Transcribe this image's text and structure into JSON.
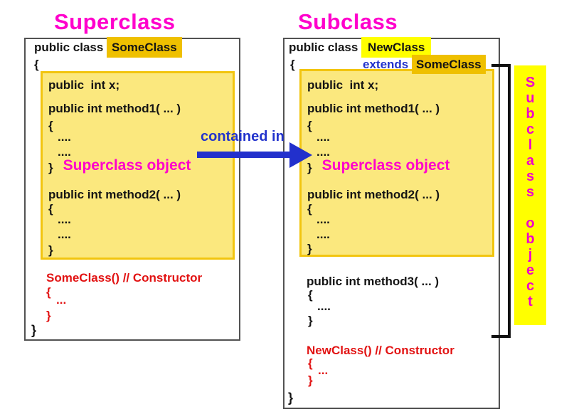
{
  "titles": {
    "left": "Superclass",
    "right": "Subclass"
  },
  "arrow": {
    "label": "contained in"
  },
  "colors": {
    "magenta": "#ff00cc",
    "red": "#e21313",
    "blue": "#2233cc",
    "gold_highlight": "#efc000",
    "inner_box_fill": "#fbe87e",
    "inner_box_border": "#f2c50f",
    "yellow_highlight": "#ffff00"
  },
  "left_panel": {
    "declaration_prefix": "public class ",
    "declaration_name": "SomeClass",
    "open_brace": "{",
    "inner": {
      "field": "public  int x;",
      "method1": "public int method1( ... )",
      "brace_open1": "{",
      "dots1": "....",
      "dots2": "....",
      "object_brace": "}",
      "object_label": "Superclass object",
      "method2": "public int method2( ... )",
      "brace_open2": "{",
      "dots3": "....",
      "dots4": "....",
      "brace_close": "}"
    },
    "constructor": {
      "line1": "SomeClass() // Constructor",
      "open": "{",
      "dots": "...",
      "close": "}"
    },
    "close_brace": "}"
  },
  "right_panel": {
    "declaration_prefix": "public class ",
    "declaration_name": "NewClass",
    "open_brace": "{",
    "extends_keyword": "extends",
    "extends_target": "SomeClass",
    "inner": {
      "field": "public  int x;",
      "method1": "public int method1( ... )",
      "brace_open1": "{",
      "dots1": "....",
      "dots2": "....",
      "object_brace": "}",
      "object_label": "Superclass object",
      "method2": "public int method2( ... )",
      "brace_open2": "{",
      "dots3": "....",
      "dots4": "....",
      "brace_close": "}"
    },
    "method3": {
      "line1": "public int method3( ... )",
      "open": "{",
      "dots": "....",
      "close": "}"
    },
    "constructor": {
      "line1": "NewClass() // Constructor",
      "open": "{",
      "dots": "...",
      "close": "}"
    },
    "close_brace": "}"
  },
  "side_label": {
    "word1": "Subclass",
    "word2": "object"
  }
}
